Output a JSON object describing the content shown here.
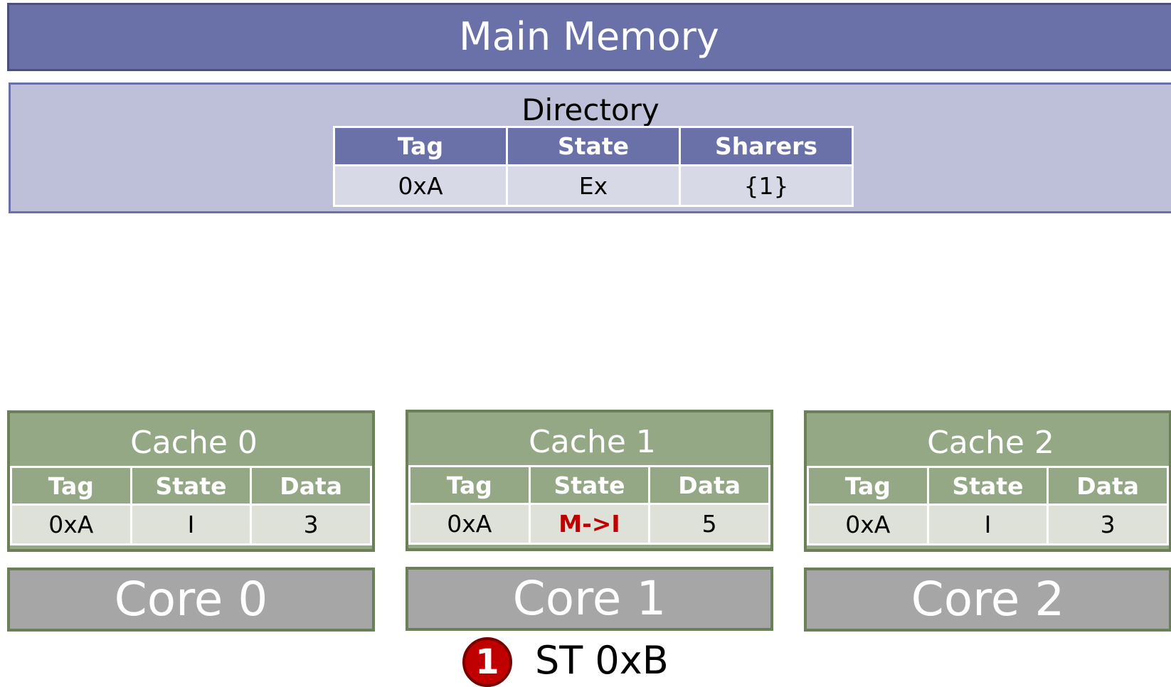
{
  "main_memory": {
    "label": "Main Memory"
  },
  "directory": {
    "title": "Directory",
    "headers": [
      "Tag",
      "State",
      "Sharers"
    ],
    "row": {
      "tag": "0xA",
      "state": "Ex",
      "sharers": "{1}"
    }
  },
  "caches": [
    {
      "title": "Cache 0",
      "headers": [
        "Tag",
        "State",
        "Data"
      ],
      "row": {
        "tag": "0xA",
        "state": "I",
        "data": "3"
      }
    },
    {
      "title": "Cache 1",
      "headers": [
        "Tag",
        "State",
        "Data"
      ],
      "row": {
        "tag": "0xA",
        "state": "M->I",
        "data": "5"
      }
    },
    {
      "title": "Cache 2",
      "headers": [
        "Tag",
        "State",
        "Data"
      ],
      "row": {
        "tag": "0xA",
        "state": "I",
        "data": "3"
      }
    }
  ],
  "cores": [
    "Core 0",
    "Core 1",
    "Core 2"
  ],
  "operation": {
    "step": "1",
    "text": "ST 0xB"
  },
  "colors": {
    "memory": "#6a70a8",
    "directory_bg": "#bdc0d8",
    "cache": "#95a886",
    "core": "#a6a6a6",
    "highlight": "#c00000"
  }
}
